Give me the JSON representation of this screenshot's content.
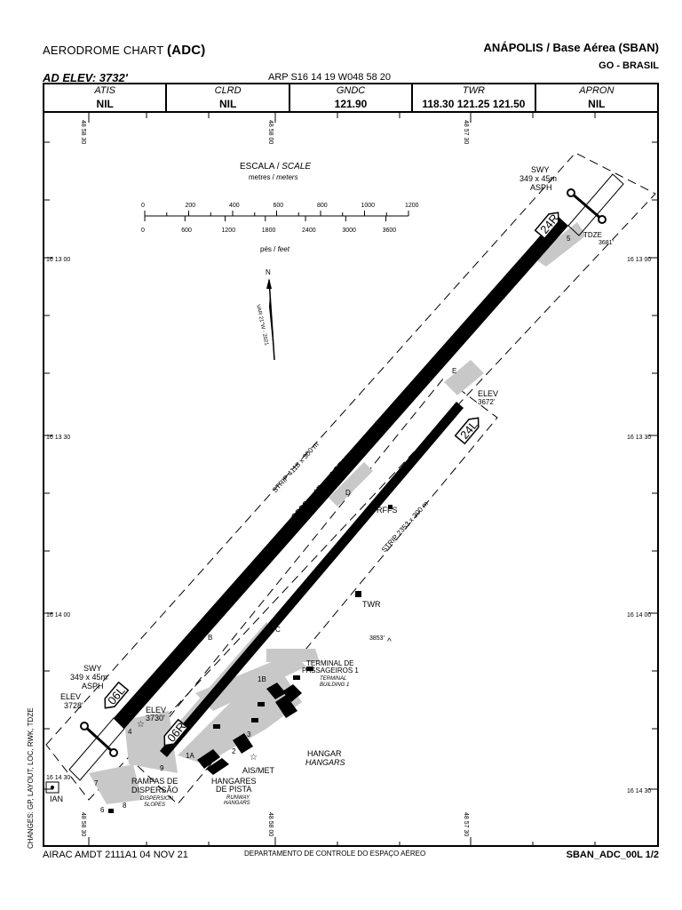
{
  "header": {
    "chart_type_prefix": "AERODROME CHART",
    "chart_type_code": "(ADC)",
    "aerodrome": "ANÁPOLIS / Base Aérea (SBAN)",
    "region": "GO - BRASIL",
    "ad_elev": "AD ELEV: 3732'",
    "arp": "ARP S16 14 19 W048 58 20"
  },
  "frequencies": [
    {
      "name": "ATIS",
      "value": "NIL"
    },
    {
      "name": "CLRD",
      "value": "NIL"
    },
    {
      "name": "GNDC",
      "value": "121.90"
    },
    {
      "name": "TWR",
      "value": "118.30 121.25 121.50"
    },
    {
      "name": "APRON",
      "value": "NIL"
    }
  ],
  "grid": {
    "lon_top": [
      "48 58 30",
      "48 58 00",
      "48 57 30"
    ],
    "lon_bottom": [
      "48 58 30",
      "48 58 00",
      "48 57 30"
    ],
    "lat": [
      "16 13 00",
      "16 13 30",
      "16 14 00",
      "16 14 30"
    ]
  },
  "scale": {
    "title": "ESCALA",
    "title_en": "SCALE",
    "units_top": "metres",
    "units_top_en": "meters",
    "metres_ticks": [
      "0",
      "200",
      "400",
      "600",
      "800",
      "1000",
      "1200"
    ],
    "feet_ticks": [
      "0",
      "600",
      "1200",
      "1800",
      "2400",
      "3000",
      "3600"
    ],
    "units_bottom": "pés",
    "units_bottom_en": "feet"
  },
  "north": {
    "label": "N",
    "variation": "VAR 21°W - 2021"
  },
  "runways": {
    "main": {
      "label": "3300 x 45 m ASPH",
      "strip": "STRIP 4118 x 300 m",
      "end_a": "06L",
      "end_b": "24R"
    },
    "secondary": {
      "label": "2233 x 23 m ASPH",
      "strip": "STRIP 2353 x 300 m",
      "end_a": "06R",
      "end_b": "24L"
    }
  },
  "labels": {
    "swy_ne": [
      "SWY",
      "349 x 45m",
      "ASPH"
    ],
    "swy_sw": [
      "SWY",
      "349 x 45m",
      "ASPH"
    ],
    "tdze": "TDZE",
    "tdze_val": "3681'",
    "elev_24l": "ELEV",
    "elev_24l_val": "3672'",
    "elev_06l": "ELEV",
    "elev_06l_val": "3728'",
    "elev_06r": "ELEV",
    "elev_06r_val": "3730'",
    "rffs": "RFFS",
    "twr": "TWR",
    "obstacle": "3853'",
    "terminal": [
      "TERMINAL DE",
      "PASSAGEIROS 1"
    ],
    "terminal_en": [
      "TERMINAL",
      "BUILDING 1"
    ],
    "hangar": "HANGAR",
    "hangar_en": "HANGARS",
    "aismet": "AIS/MET",
    "hangares_pista": [
      "HANGARES",
      "DE PISTA"
    ],
    "hangares_pista_en": [
      "RUNWAY",
      "HANGARS"
    ],
    "rampas": [
      "RAMPAS DE",
      "DISPERSÃO"
    ],
    "rampas_en": [
      "DISPERSION",
      "SLOPES"
    ],
    "ian": "IAN",
    "twy": [
      "B",
      "B",
      "C",
      "D",
      "E",
      "1A",
      "1B",
      "2",
      "3",
      "4",
      "5",
      "6",
      "7",
      "8",
      "9"
    ]
  },
  "footer": {
    "amdt": "AIRAC AMDT 2111A1 04 NOV 21",
    "dept": "DEPARTAMENTO DE CONTROLE DO ESPAÇO AÉREO",
    "code": "SBAN_ADC_00L 1/2",
    "side_note": "CHANGES: GP, LAYOUT, LOC, RWK, TDZE"
  }
}
